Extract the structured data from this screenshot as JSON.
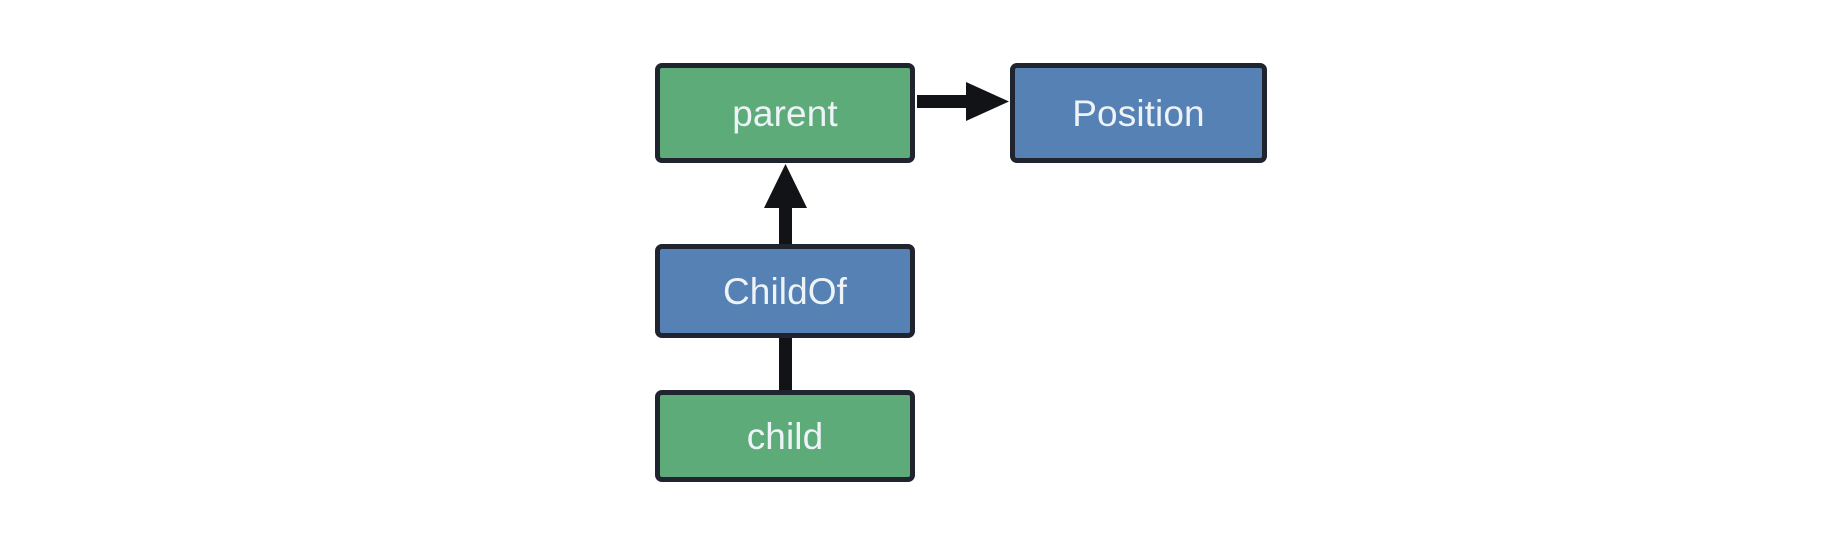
{
  "diagram": {
    "title": "",
    "background_color": "#ffffff",
    "palette": {
      "entity_fill": "#5cab79",
      "relation_fill": "#5581b5",
      "border": "#20242f",
      "label_text": "#eef3f8",
      "edge": "#111317"
    },
    "nodes": [
      {
        "id": "parent",
        "label": "parent",
        "kind": "entity",
        "fill": "#5cab79"
      },
      {
        "id": "position",
        "label": "Position",
        "kind": "relation",
        "fill": "#5581b5"
      },
      {
        "id": "childof",
        "label": "ChildOf",
        "kind": "relation",
        "fill": "#5581b5"
      },
      {
        "id": "child",
        "label": "child",
        "kind": "entity",
        "fill": "#5cab79"
      }
    ],
    "edges": [
      {
        "id": "parent-to-position",
        "from": "parent",
        "to": "position",
        "label": "",
        "arrowhead": "filled-triangle",
        "direction": "right"
      },
      {
        "id": "childof-to-parent",
        "from": "childof",
        "to": "parent",
        "label": "",
        "arrowhead": "filled-triangle",
        "direction": "up"
      },
      {
        "id": "child-to-childof",
        "from": "child",
        "to": "childof",
        "label": "",
        "arrowhead": "none",
        "direction": "up"
      }
    ]
  }
}
